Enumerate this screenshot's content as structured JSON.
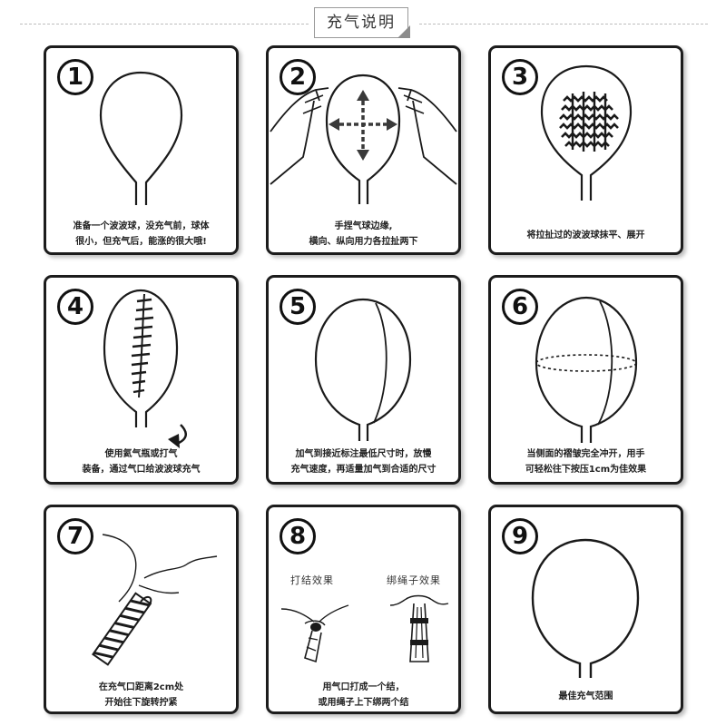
{
  "header": {
    "title": "充气说明"
  },
  "steps": [
    {
      "number": "1",
      "caption_lines": [
        "准备一个波波球，没充气前，球体",
        "很小，但充气后，能涨的很大哦!"
      ]
    },
    {
      "number": "2",
      "caption_lines": [
        "手捏气球边缘,",
        "横向、纵向用力各拉扯两下"
      ]
    },
    {
      "number": "3",
      "caption_lines": [
        "将拉扯过的波波球抹平、展开"
      ]
    },
    {
      "number": "4",
      "caption_lines": [
        "使用氦气瓶或打气",
        "装备，通过气口给波波球充气"
      ]
    },
    {
      "number": "5",
      "caption_lines": [
        "加气到接近标注最低尺寸时，放慢",
        "充气速度，再适量加气到合适的尺寸"
      ]
    },
    {
      "number": "6",
      "caption_lines": [
        "当侧面的褶皱完全冲开，用手",
        "可轻松往下按压1cm为佳效果"
      ]
    },
    {
      "number": "7",
      "caption_lines": [
        "在充气口距离2cm处",
        "开始往下旋转拧紧"
      ]
    },
    {
      "number": "8",
      "caption_lines": [
        "用气口打成一个结，",
        "或用绳子上下绑两个结"
      ],
      "labels": [
        "打结效果",
        "绑绳子效果"
      ]
    },
    {
      "number": "9",
      "caption_lines": [
        "最佳充气范围"
      ]
    }
  ]
}
